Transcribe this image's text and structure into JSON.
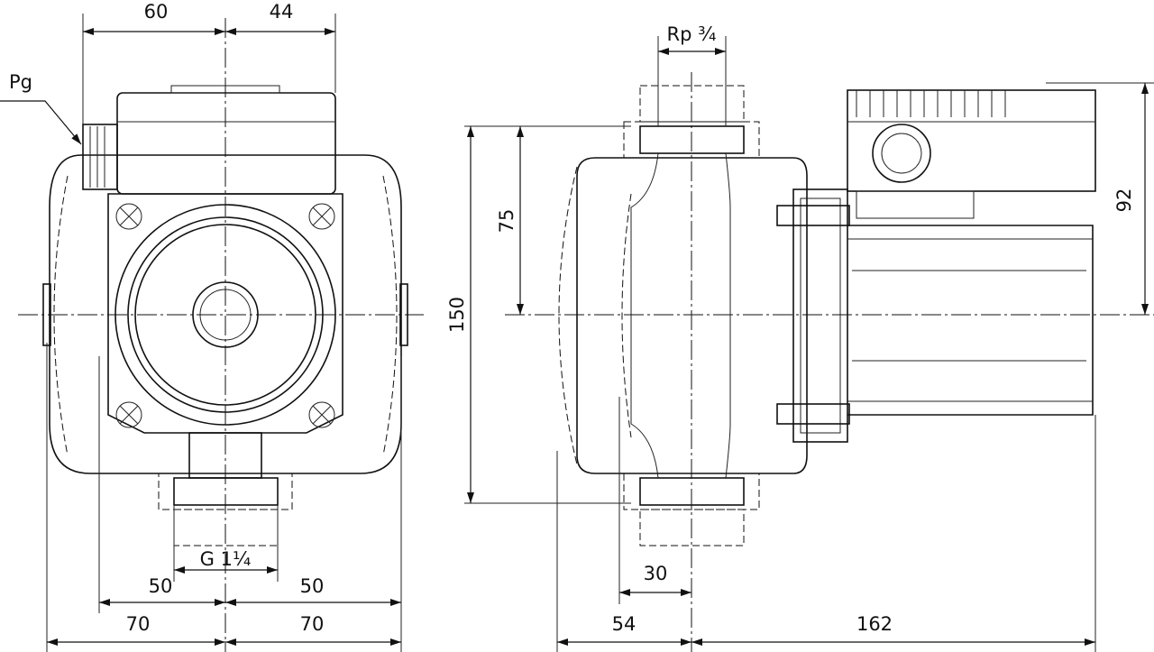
{
  "drawing": {
    "front_view": {
      "top_dims": [
        "60",
        "44"
      ],
      "cable_gland_label": "Pg",
      "thread_label": "G 1¼",
      "inner_dims": [
        "50",
        "50"
      ],
      "outer_dims": [
        "70",
        "70"
      ]
    },
    "side_view": {
      "thread_label": "Rp ¾",
      "height_dims": [
        "150",
        "75"
      ],
      "motor_height_dim": "92",
      "offset_dim": "30",
      "length_dims": [
        "54",
        "162"
      ]
    }
  }
}
